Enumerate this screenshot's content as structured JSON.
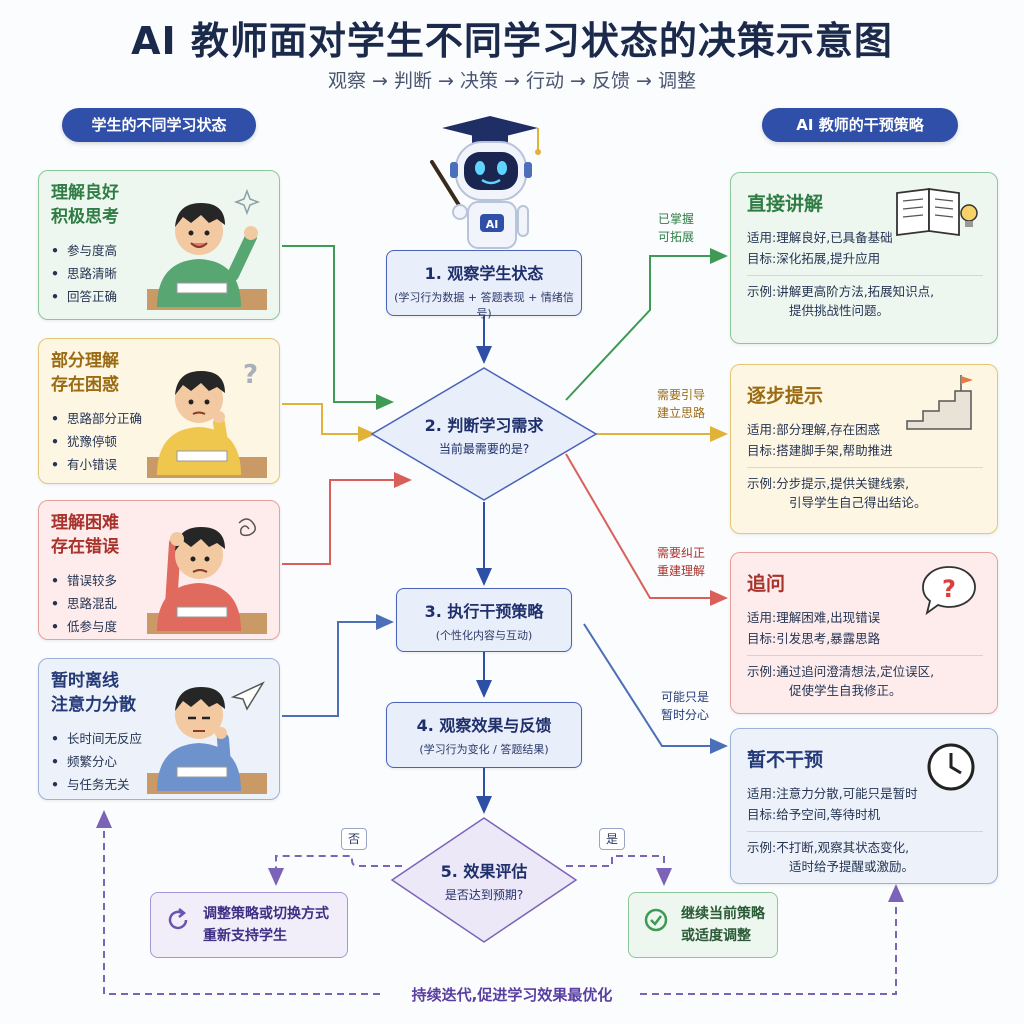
{
  "title": "AI 教师面对学生不同学习状态的决策示意图",
  "subtitle": "观察 → 判断 → 决策 → 行动 → 反馈 → 调整",
  "left_header": "学生的不同学习状态",
  "right_header": "AI 教师的干预策略",
  "robot_badge": "AI",
  "colors": {
    "green": "#3f9a55",
    "yellow": "#e0b23a",
    "red": "#d9605a",
    "blue": "#4b6fb8",
    "flow": "#2d4fa6",
    "purple": "#7b63b8"
  },
  "students": [
    {
      "title_1": "理解良好",
      "title_2": "积极思考",
      "items": [
        "参与度高",
        "思路清晰",
        "回答正确"
      ],
      "icon": "lightbulb-sparkle"
    },
    {
      "title_1": "部分理解",
      "title_2": "存在困惑",
      "items": [
        "思路部分正确",
        "犹豫停顿",
        "有小错误"
      ],
      "icon": "question-mark"
    },
    {
      "title_1": "理解困难",
      "title_2": "存在错误",
      "items": [
        "错误较多",
        "思路混乱",
        "低参与度"
      ],
      "icon": "confused-scribble"
    },
    {
      "title_1": "暂时离线",
      "title_2": "注意力分散",
      "items": [
        "长时间无反应",
        "频繁分心",
        "与任务无关"
      ],
      "icon": "paper-plane"
    }
  ],
  "flow": {
    "step1": {
      "title": "1. 观察学生状态",
      "sub": "(学习行为数据 + 答题表现 + 情绪信号)"
    },
    "step2": {
      "title": "2. 判断学习需求",
      "sub": "当前最需要的是?"
    },
    "step3": {
      "title": "3. 执行干预策略",
      "sub": "(个性化内容与互动)"
    },
    "step4": {
      "title": "4. 观察效果与反馈",
      "sub": "(学习行为变化 / 答题结果)"
    },
    "step5": {
      "title": "5. 效果评估",
      "sub": "是否达到预期?"
    }
  },
  "edge_labels": {
    "mastered_1": "已掌握",
    "mastered_2": "可拓展",
    "guide_1": "需要引导",
    "guide_2": "建立思路",
    "correct_1": "需要纠正",
    "correct_2": "重建理解",
    "distract_1": "可能只是",
    "distract_2": "暂时分心",
    "no": "否",
    "yes": "是"
  },
  "strategies": [
    {
      "title": "直接讲解",
      "apply": "适用:理解良好,已具备基础",
      "goal": "目标:深化拓展,提升应用",
      "example_1": "示例:讲解更高阶方法,拓展知识点,",
      "example_2": "提供挑战性问题。",
      "icon": "book-bulb-icon"
    },
    {
      "title": "逐步提示",
      "apply": "适用:部分理解,存在困惑",
      "goal": "目标:搭建脚手架,帮助推进",
      "example_1": "示例:分步提示,提供关键线索,",
      "example_2": "引导学生自己得出结论。",
      "icon": "stairs-flag-icon"
    },
    {
      "title": "追问",
      "apply": "适用:理解困难,出现错误",
      "goal": "目标:引发思考,暴露思路",
      "example_1": "示例:通过追问澄清想法,定位误区,",
      "example_2": "促使学生自我修正。",
      "icon": "question-bubble-icon"
    },
    {
      "title": "暂不干预",
      "apply": "适用:注意力分散,可能只是暂时",
      "goal": "目标:给予空间,等待时机",
      "example_1": "示例:不打断,观察其状态变化,",
      "example_2": "适时给予提醒或激励。",
      "icon": "clock-icon"
    }
  ],
  "outcomes": {
    "no_1": "调整策略或切换方式",
    "no_2": "重新支持学生",
    "yes_1": "继续当前策略",
    "yes_2": "或适度调整"
  },
  "bottom_note": "持续迭代,促进学习效果最优化"
}
